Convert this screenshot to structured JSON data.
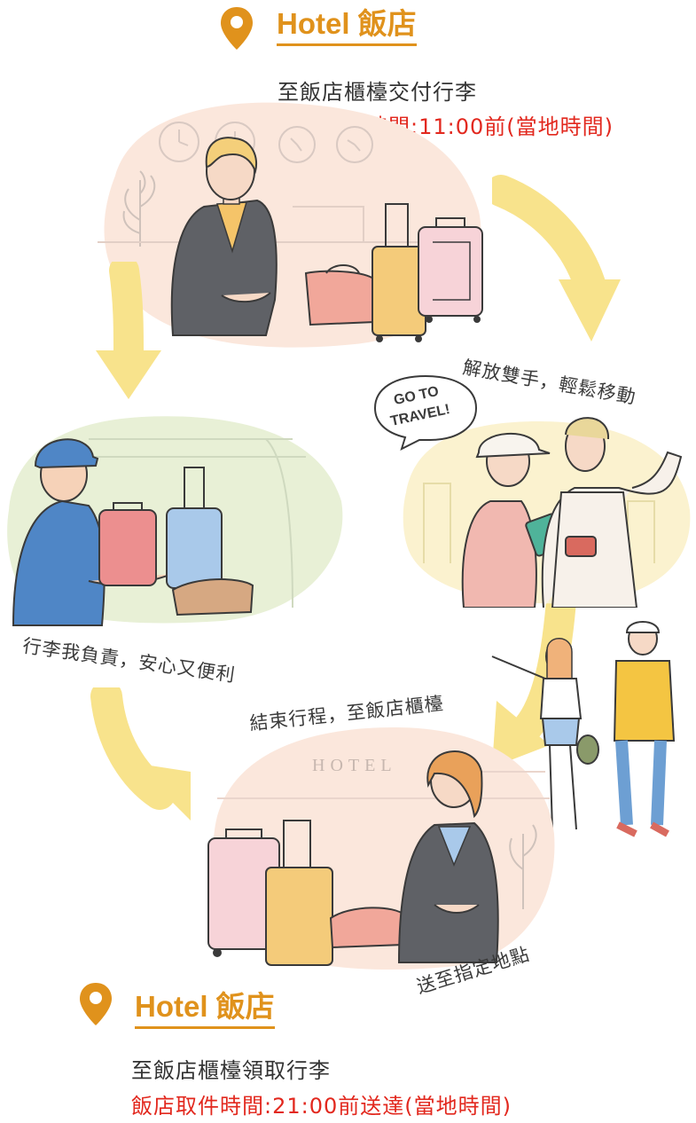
{
  "top": {
    "title": "Hotel 飯店",
    "line1": "至飯店櫃檯交付行李",
    "line2": "飯店收件時間:11:00前(當地時間)"
  },
  "captions": {
    "free_hands": "解放雙手，輕鬆移動",
    "go_to_travel": [
      "GO TO",
      "TRAVEL!"
    ],
    "responsible": "行李我負責，安心又便利",
    "end_trip": "結束行程，至飯店櫃檯",
    "delivered": "送至指定地點",
    "hotel_sign": "HOTEL"
  },
  "bottom": {
    "title": "Hotel 飯店",
    "line1": "至飯店櫃檯領取行李",
    "line2": "飯店取件時間:21:00前送達(當地時間)"
  },
  "colors": {
    "accent": "#e0921c",
    "red": "#e2281e",
    "arrow": "#f8e38c",
    "blob_pink": "#fbe7dc",
    "blob_green": "#e8f0d6",
    "blob_yellow": "#fbf2cf"
  },
  "icons": [
    "location-pin-icon"
  ]
}
